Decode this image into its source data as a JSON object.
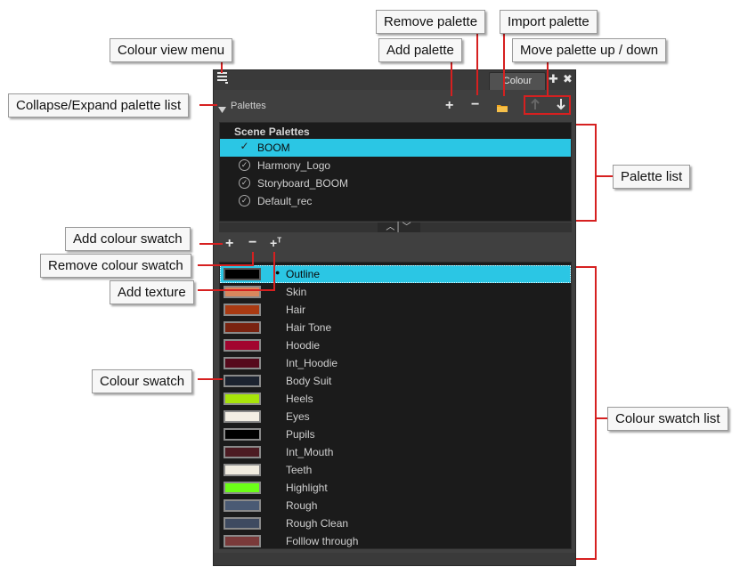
{
  "callouts": {
    "colour_view_menu": "Colour view menu",
    "collapse_expand": "Collapse/Expand palette list",
    "remove_palette": "Remove palette",
    "import_palette": "Import palette",
    "add_palette": "Add palette",
    "move_palette": "Move palette up / down",
    "palette_list": "Palette list",
    "add_colour_swatch": "Add colour swatch",
    "remove_colour_swatch": "Remove colour swatch",
    "add_texture": "Add texture",
    "colour_swatch": "Colour swatch",
    "colour_swatch_list": "Colour swatch list"
  },
  "panel": {
    "tab_label": "Colour",
    "palettes_label": "Palettes",
    "icons": {
      "menu": "hamburger-menu-icon",
      "add_tab": "plus-icon",
      "close_tab": "close-icon",
      "add_palette": "plus-icon",
      "remove_palette": "minus-icon",
      "import_palette": "folder-icon",
      "move_up": "arrow-up-icon",
      "move_down": "arrow-down-icon"
    }
  },
  "palette_list": {
    "header": "Scene Palettes",
    "items": [
      {
        "name": "BOOM",
        "selected": true
      },
      {
        "name": "Harmony_Logo",
        "selected": false
      },
      {
        "name": "Storyboard_BOOM",
        "selected": false
      },
      {
        "name": "Default_rec",
        "selected": false
      }
    ]
  },
  "swatches": [
    {
      "name": "Outline",
      "color": "#000000",
      "selected": true
    },
    {
      "name": "Skin",
      "color": "#d8875d"
    },
    {
      "name": "Hair",
      "color": "#a93a12"
    },
    {
      "name": "Hair Tone",
      "color": "#7a2310"
    },
    {
      "name": "Hoodie",
      "color": "#a2052f"
    },
    {
      "name": "Int_Hoodie",
      "color": "#560a1c"
    },
    {
      "name": "Body Suit",
      "color": "#1c2330"
    },
    {
      "name": "Heels",
      "color": "#a8e40a"
    },
    {
      "name": "Eyes",
      "color": "#f3eee4"
    },
    {
      "name": "Pupils",
      "color": "#000000"
    },
    {
      "name": "Int_Mouth",
      "color": "#4c1b22"
    },
    {
      "name": "Teeth",
      "color": "#f1ece0"
    },
    {
      "name": "Highlight",
      "color": "#6cff18"
    },
    {
      "name": "Rough",
      "color": "#4a5a74"
    },
    {
      "name": "Rough Clean",
      "color": "#3e4a60"
    },
    {
      "name": "Folllow through",
      "color": "#7a3a3a"
    }
  ]
}
